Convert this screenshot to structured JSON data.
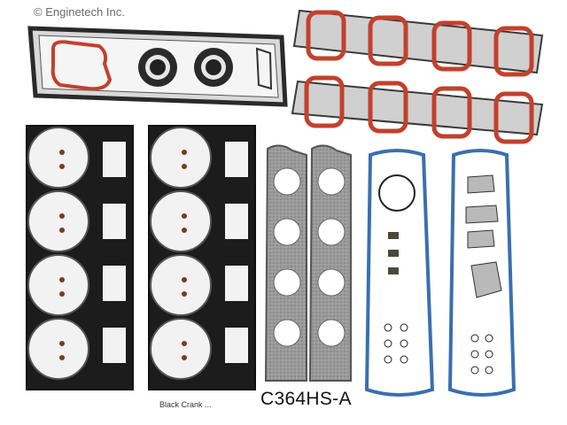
{
  "watermark": {
    "text": "© Enginetech Inc."
  },
  "product": {
    "part_number": "C364HS-A",
    "partial_label": "Black Crank ..."
  },
  "colors": {
    "gasket_black": "#1c1c1c",
    "gasket_graphite": "#8f8f8f",
    "silicone_red": "#c2412c",
    "silicone_blue": "#3a6fb0",
    "metal_steel": "#b9b9b9"
  },
  "parts": [
    "valve-cover-gasket",
    "intake-manifold-gasket-upper",
    "intake-manifold-gasket-lower",
    "cylinder-head-gasket-left",
    "cylinder-head-gasket-right",
    "exhaust-manifold-gasket-left",
    "exhaust-manifold-gasket-right",
    "oil-pan-gasket-left",
    "oil-pan-gasket-right"
  ]
}
